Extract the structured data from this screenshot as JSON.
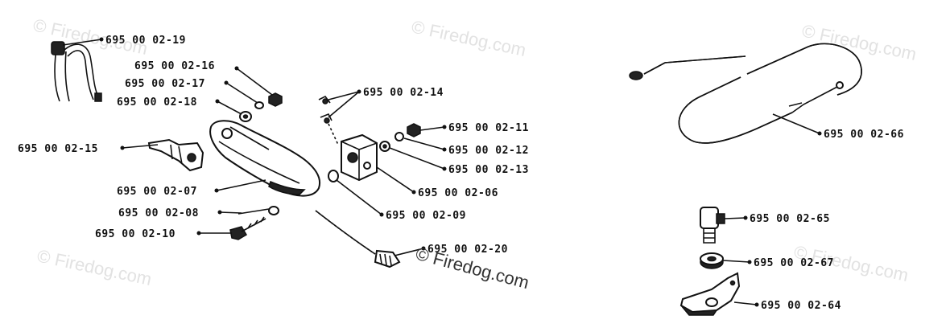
{
  "watermark": "© Firedog.com",
  "watermark_main": "© Firedog.com",
  "callouts": {
    "p19": "695 00 02-19",
    "p16": "695 00 02-16",
    "p17": "695 00 02-17",
    "p18": "695 00 02-18",
    "p15": "695 00 02-15",
    "p07": "695 00 02-07",
    "p08": "695 00 02-08",
    "p10": "695 00 02-10",
    "p14": "695 00 02-14",
    "p11": "695 00 02-11",
    "p12": "695 00 02-12",
    "p13": "695 00 02-13",
    "p06": "695 00 02-06",
    "p09": "695 00 02-09",
    "p20": "695 00 02-20",
    "p66": "695 00 02-66",
    "p65": "695 00 02-65",
    "p67": "695 00 02-67",
    "p64": "695 00 02-64"
  }
}
